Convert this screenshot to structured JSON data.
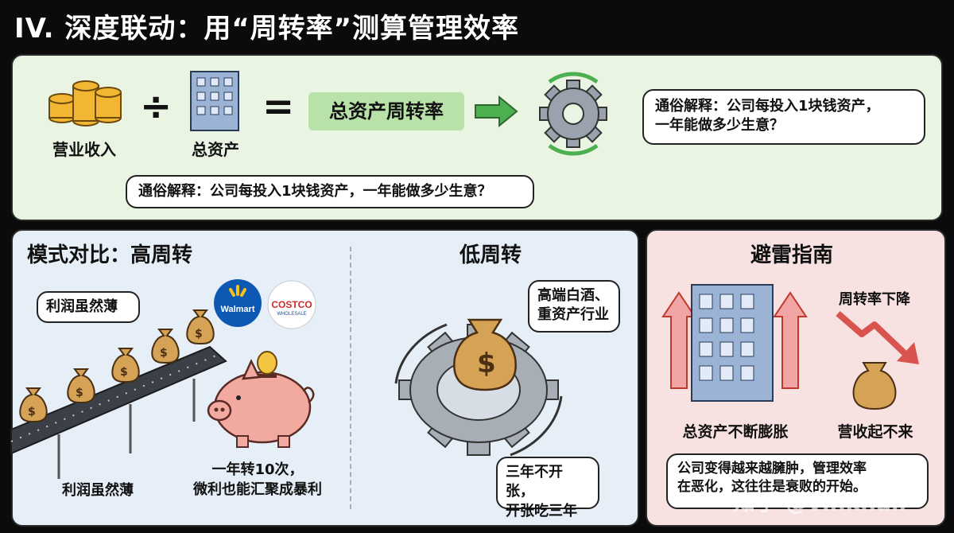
{
  "title": "IV. 深度联动：用“周转率”测算管理效率",
  "top": {
    "revenue_label": "营业收入",
    "assets_label": "总资产",
    "divide_symbol": "÷",
    "equals_symbol": "=",
    "formula_result": "总资产周转率",
    "explain_right_line1": "通俗解释：公司每投入1块钱资产，",
    "explain_right_line2": "一年能做多少生意？",
    "explain_bottom": "通俗解释：公司每投入1块钱资产，一年能做多少生意？"
  },
  "mid": {
    "high_title": "模式对比：高周转",
    "bubble_thin": "利润虽然薄",
    "walmart_logo": "Walmart",
    "costco_logo": "COSTCO",
    "costco_sub": "WHOLESALE",
    "bottom_thin": "利润虽然薄",
    "piggy_caption_line1": "一年转10次，",
    "piggy_caption_line2": "微利也能汇聚成暴利",
    "low_title": "低周转",
    "bubble_luxury_line1": "高端白酒、",
    "bubble_luxury_line2": "重资产行业",
    "bubble_slow_line1": "三年不开张，",
    "bubble_slow_line2": "开张吃三年"
  },
  "right": {
    "title": "避雷指南",
    "turnover_down": "周转率下降",
    "assets_swell": "总资产不断膨胀",
    "revenue_flat": "营收起不来",
    "warning_line1": "公司变得越来越臃肿，管理效率",
    "warning_line2": "在恶化，这往往是衰败的开始。"
  },
  "watermark": "知乎 @vinkhall",
  "colors": {
    "top_bg": "#eaf4e3",
    "mid_bg": "#e6eef7",
    "right_bg": "#f8e1e1",
    "formula_green": "#b9e2a9",
    "arrow_green": "#4caf50",
    "arrow_red": "#d9534f"
  }
}
